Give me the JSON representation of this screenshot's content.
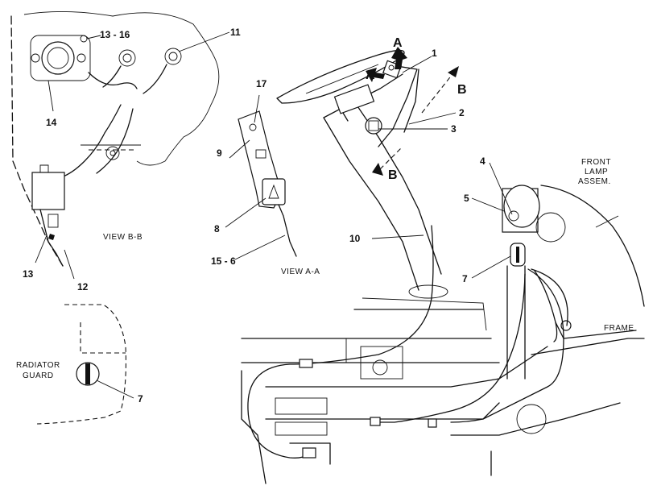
{
  "callouts": {
    "c1": "1",
    "c2": "2",
    "c3": "3",
    "c4": "4",
    "c5": "5",
    "c7a": "7",
    "c7b": "7",
    "c8": "8",
    "c9": "9",
    "c10": "10",
    "c11": "11",
    "c12": "12",
    "c13": "13",
    "c13_16": "13 - 16",
    "c14": "14",
    "c15_6": "15 - 6",
    "c17": "17"
  },
  "views": {
    "view_bb": "VIEW  B-B",
    "view_aa": "VIEW  A-A"
  },
  "section_marks": {
    "a1": "A",
    "a2": "A",
    "b1": "B",
    "b2": "B"
  },
  "captions": {
    "front_lamp_1": "FRONT",
    "front_lamp_2": "LAMP",
    "front_lamp_3": "ASSEM.",
    "frame": "FRAME",
    "radiator_1": "RADIATOR",
    "radiator_2": "GUARD"
  }
}
